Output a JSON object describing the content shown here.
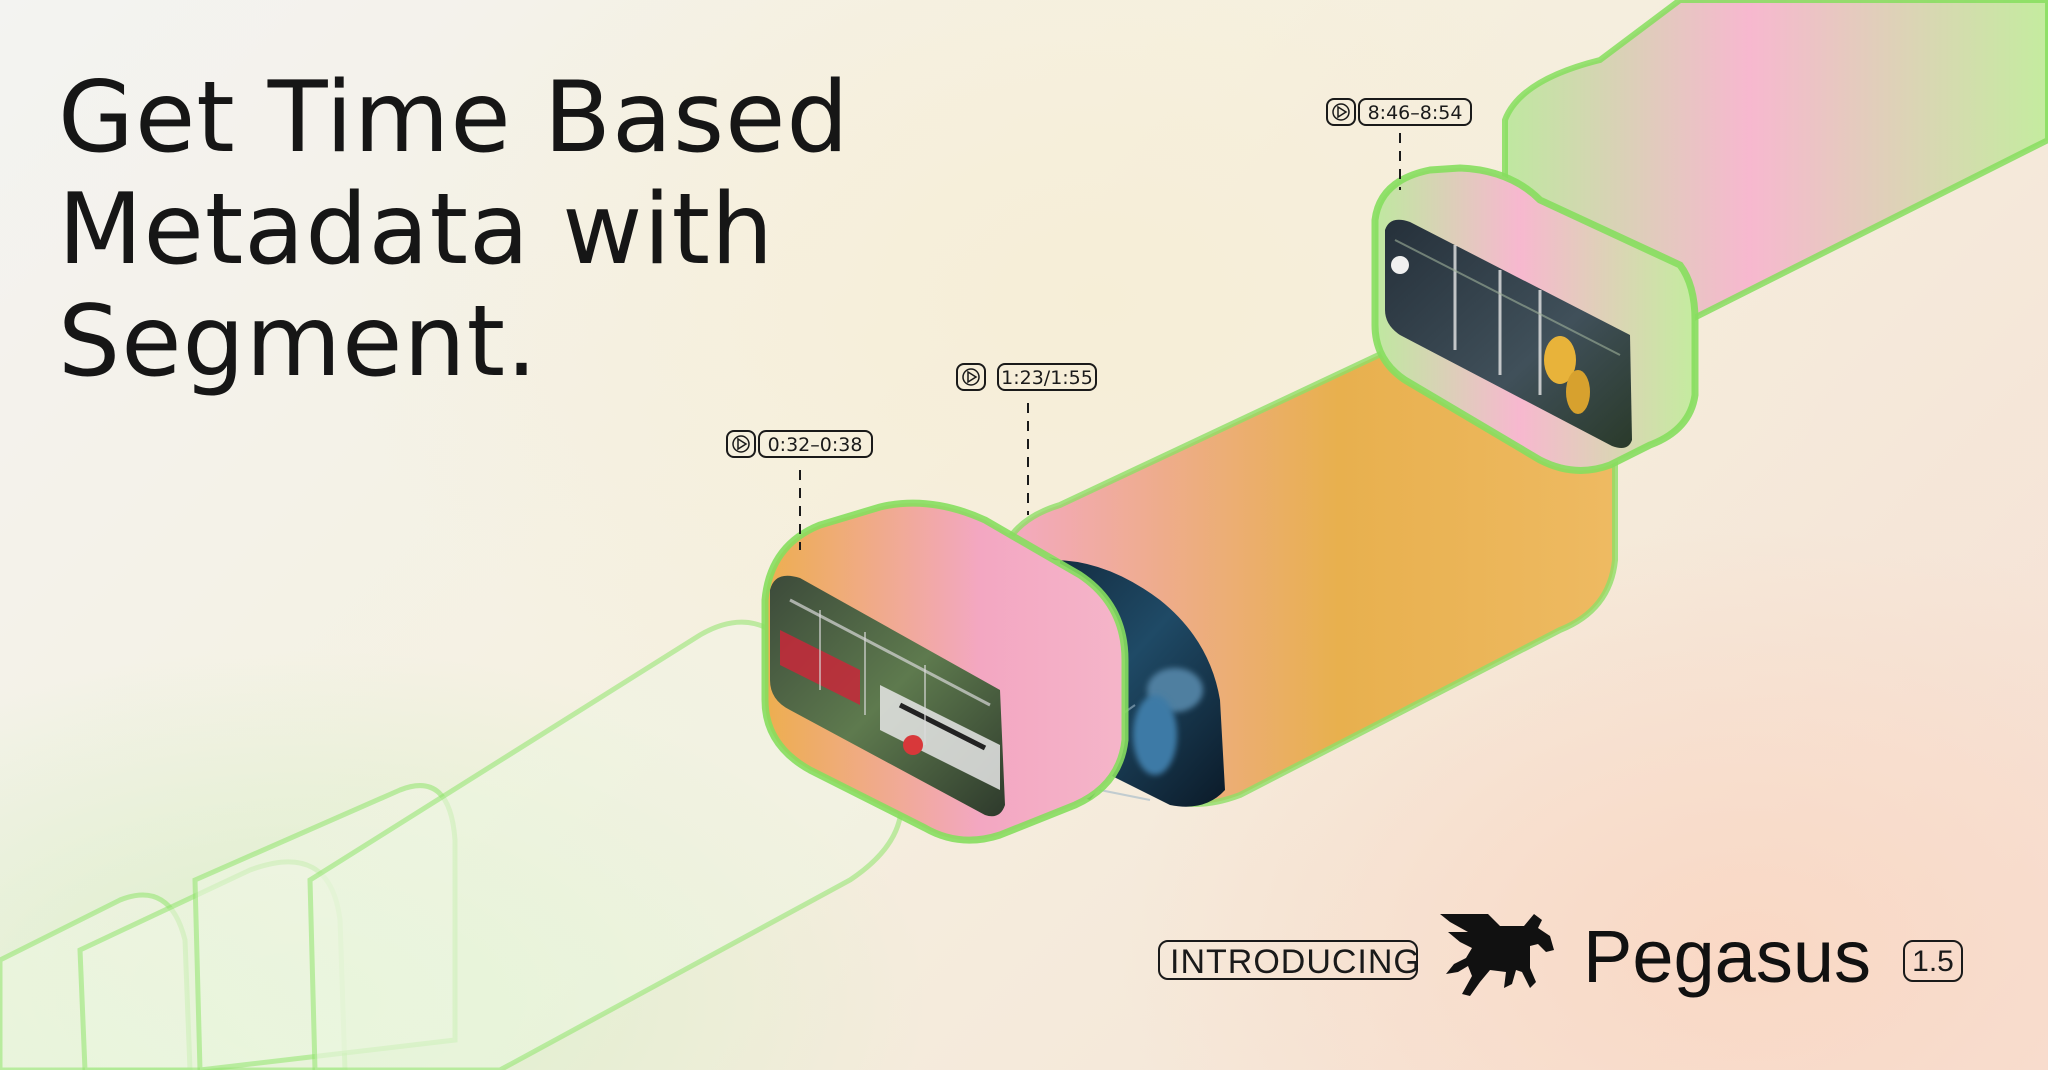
{
  "headline": {
    "line1": "Get Time Based",
    "line2": "Metadata with",
    "line3": "Segment."
  },
  "timestamps": [
    {
      "label": "0:32–0:38",
      "icon": "play-icon"
    },
    {
      "label": "1:23/1:55",
      "icon": "play-icon"
    },
    {
      "label": "8:46–8:54",
      "icon": "play-icon"
    }
  ],
  "brand": {
    "intro_label": "INTRODUCING",
    "name": "Pegasus",
    "version": "1.5",
    "logo_icon": "pegasus-logo-icon"
  },
  "colors": {
    "accent_green": "#7fe05a",
    "accent_pink": "#f6a9c6",
    "accent_yellow": "#e8b850",
    "text": "#161616"
  }
}
